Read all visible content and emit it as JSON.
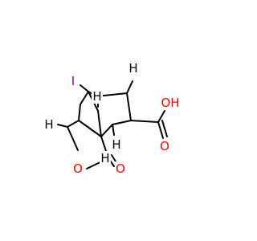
{
  "molecule": {
    "atoms": [
      {
        "id": "I",
        "label": "I",
        "color": "#940094"
      },
      {
        "id": "H1",
        "label": "H",
        "color": "#000000"
      },
      {
        "id": "H2",
        "label": "H",
        "color": "#000000"
      },
      {
        "id": "H3",
        "label": "H",
        "color": "#000000"
      },
      {
        "id": "H4",
        "label": "H",
        "color": "#000000"
      },
      {
        "id": "H5",
        "label": "H",
        "color": "#000000"
      },
      {
        "id": "O1",
        "label": "O",
        "color": "#ff0000"
      },
      {
        "id": "O2",
        "label": "O",
        "color": "#ff0000"
      },
      {
        "id": "OH",
        "label": "OH",
        "color": "#ff0000"
      },
      {
        "id": "O3",
        "label": "O",
        "color": "#ff0000"
      }
    ]
  },
  "colors": {
    "bond": "#000000",
    "oxygen": "#ff0000",
    "iodine": "#940094"
  }
}
